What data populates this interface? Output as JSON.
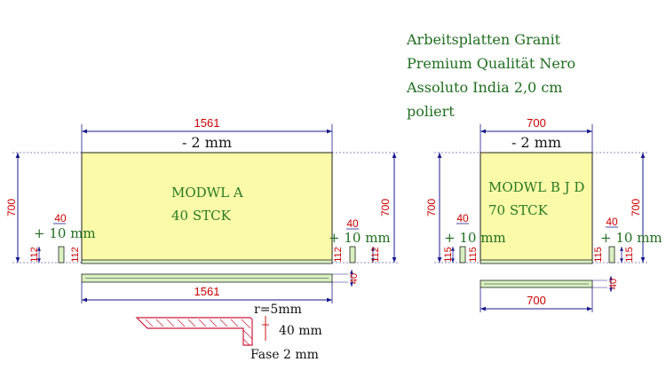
{
  "header": {
    "line1": "Arbeitsplatten Granit",
    "line2": "Premium Qualität Nero",
    "line3": "Assoluto India 2,0 cm",
    "line4": "poliert"
  },
  "panel_a": {
    "top_width": "1561",
    "minus": "- 2 mm",
    "name": "MODWL A",
    "count": "40 STCK",
    "height_left": "700",
    "height_right": "700",
    "small_left": "112",
    "small_left2": "112",
    "small_right": "112",
    "small_right2": "112",
    "offset_left": "40",
    "offset_right": "40",
    "plus_left": "+ 10 mm",
    "plus_right": "+ 10 mm",
    "strip_thickness": "40",
    "bottom_width": "1561"
  },
  "panel_b": {
    "top_width": "700",
    "minus": "- 2 mm",
    "name": "MODWL B J D",
    "count": "70 STCK",
    "height_left": "700",
    "height_right": "700",
    "small_left": "115",
    "small_left2": "115",
    "small_right": "115",
    "small_right2": "115",
    "offset_left": "40",
    "offset_right": "40",
    "plus_left": "+ 10 mm",
    "plus_right": "+ 10 mm",
    "strip_thickness": "40",
    "bottom_width": "700"
  },
  "detail": {
    "radius": "r=5mm",
    "thickness": "40 mm",
    "chamfer": "Fase 2 mm"
  },
  "colors": {
    "panel_fill": "#fafaa8",
    "strip_fill": "#d8f0c0",
    "dim_blue": "#1a1a8c",
    "dim_red": "#cc0000",
    "label_green": "#2a7a22"
  }
}
